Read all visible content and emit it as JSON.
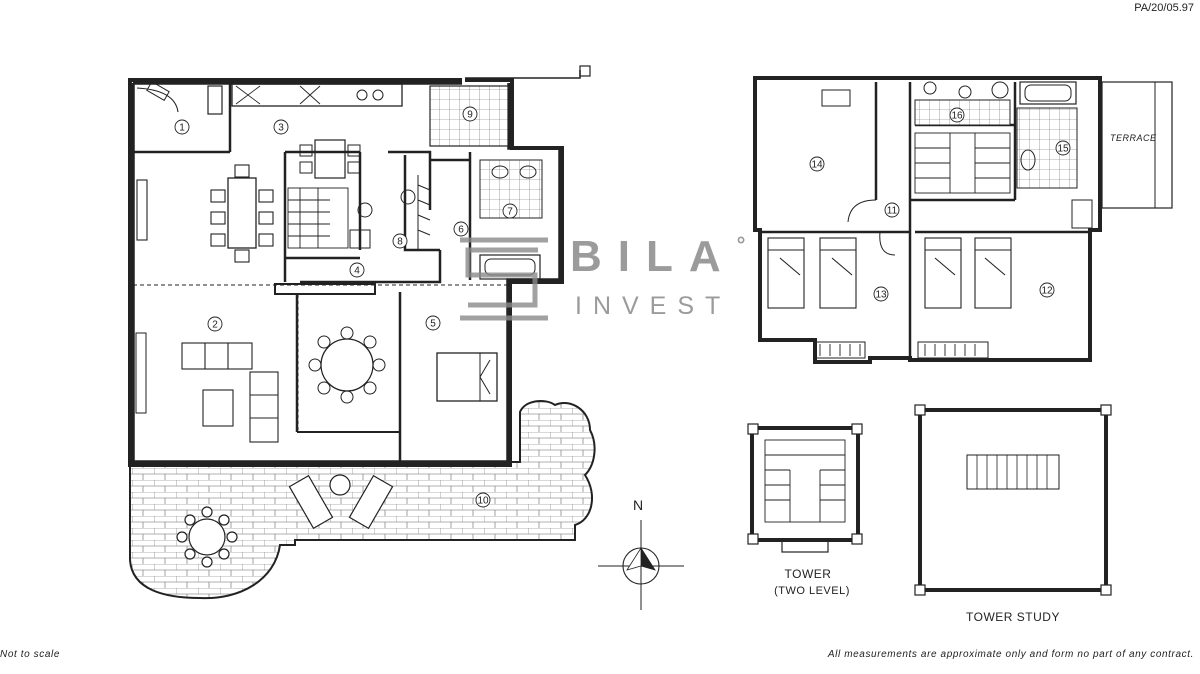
{
  "reference": "PA/20/05.97",
  "footer": {
    "left": "Not to scale",
    "right": "All measurements are approximate only and form no part of any contract."
  },
  "watermark": {
    "brand_line1": "BILA",
    "degree_mark": "°",
    "brand_line2": "INVEST"
  },
  "compass": {
    "label": "N"
  },
  "rooms": [
    "1",
    "2",
    "3",
    "4",
    "5",
    "6",
    "7",
    "8",
    "9",
    "10",
    "11",
    "12",
    "13",
    "14",
    "15",
    "16"
  ],
  "terrace_label": "TERRACE",
  "captions": {
    "tower": "TOWER",
    "tower_sub": "(TWO LEVEL)",
    "tower_study": "TOWER STUDY"
  },
  "colors": {
    "ink": "#222222",
    "watermark": "#8a8a8a",
    "paper": "#ffffff"
  }
}
